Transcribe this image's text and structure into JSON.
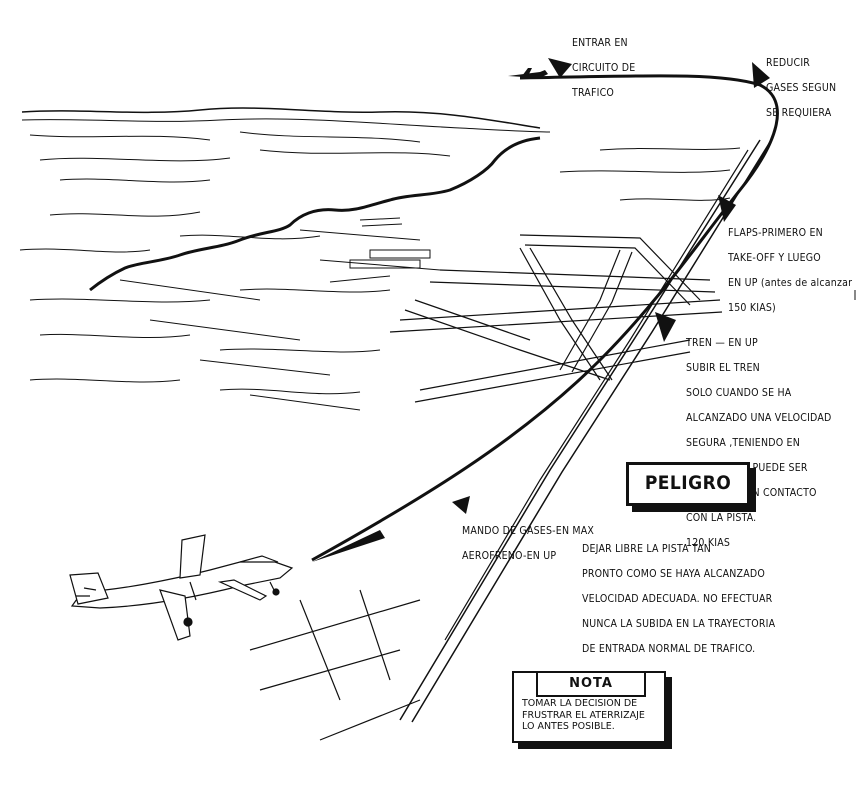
{
  "labels": {
    "entrar": [
      "ENTRAR EN",
      "CIRCUITO DE",
      "TRAFICO"
    ],
    "reducir": [
      "REDUCIR",
      "GASES SEGUN",
      "SE REQUIERA"
    ],
    "flaps": [
      "FLAPS-PRIMERO EN",
      "TAKE-OFF Y LUEGO",
      "EN UP (antes de alcanzar",
      "150 KIAS)"
    ],
    "tren": [
      "TREN — EN UP",
      "SUBIR EL TREN",
      "SOLO CUANDO SE HA",
      "ALCANZADO UNA VELOCIDAD",
      "SEGURA ,TENIENDO EN",
      "CUENTA QUE PUEDE SER",
      "INEVITABLE UN CONTACTO",
      "CON LA PISTA.",
      "120 KIAS"
    ],
    "mando": [
      "MANDO DE GASES-EN MAX",
      "AEROFRENO-EN UP"
    ],
    "dejar": [
      "DEJAR LIBRE LA PISTA TAN",
      "PRONTO COMO SE HAYA ALCANZADO",
      "VELOCIDAD ADECUADA. NO EFECTUAR",
      "NUNCA LA SUBIDA EN LA TRAYECTORIA",
      "DE ENTRADA NORMAL DE TRAFICO."
    ]
  },
  "peligro": {
    "title": "PELIGRO"
  },
  "nota": {
    "title": "NOTA",
    "text": [
      "TOMAR LA DECISION DE",
      "FRUSTRAR EL ATERRIZAJE",
      "LO ANTES POSIBLE."
    ]
  },
  "colors": {
    "ink": "#111111",
    "paper": "#ffffff"
  }
}
